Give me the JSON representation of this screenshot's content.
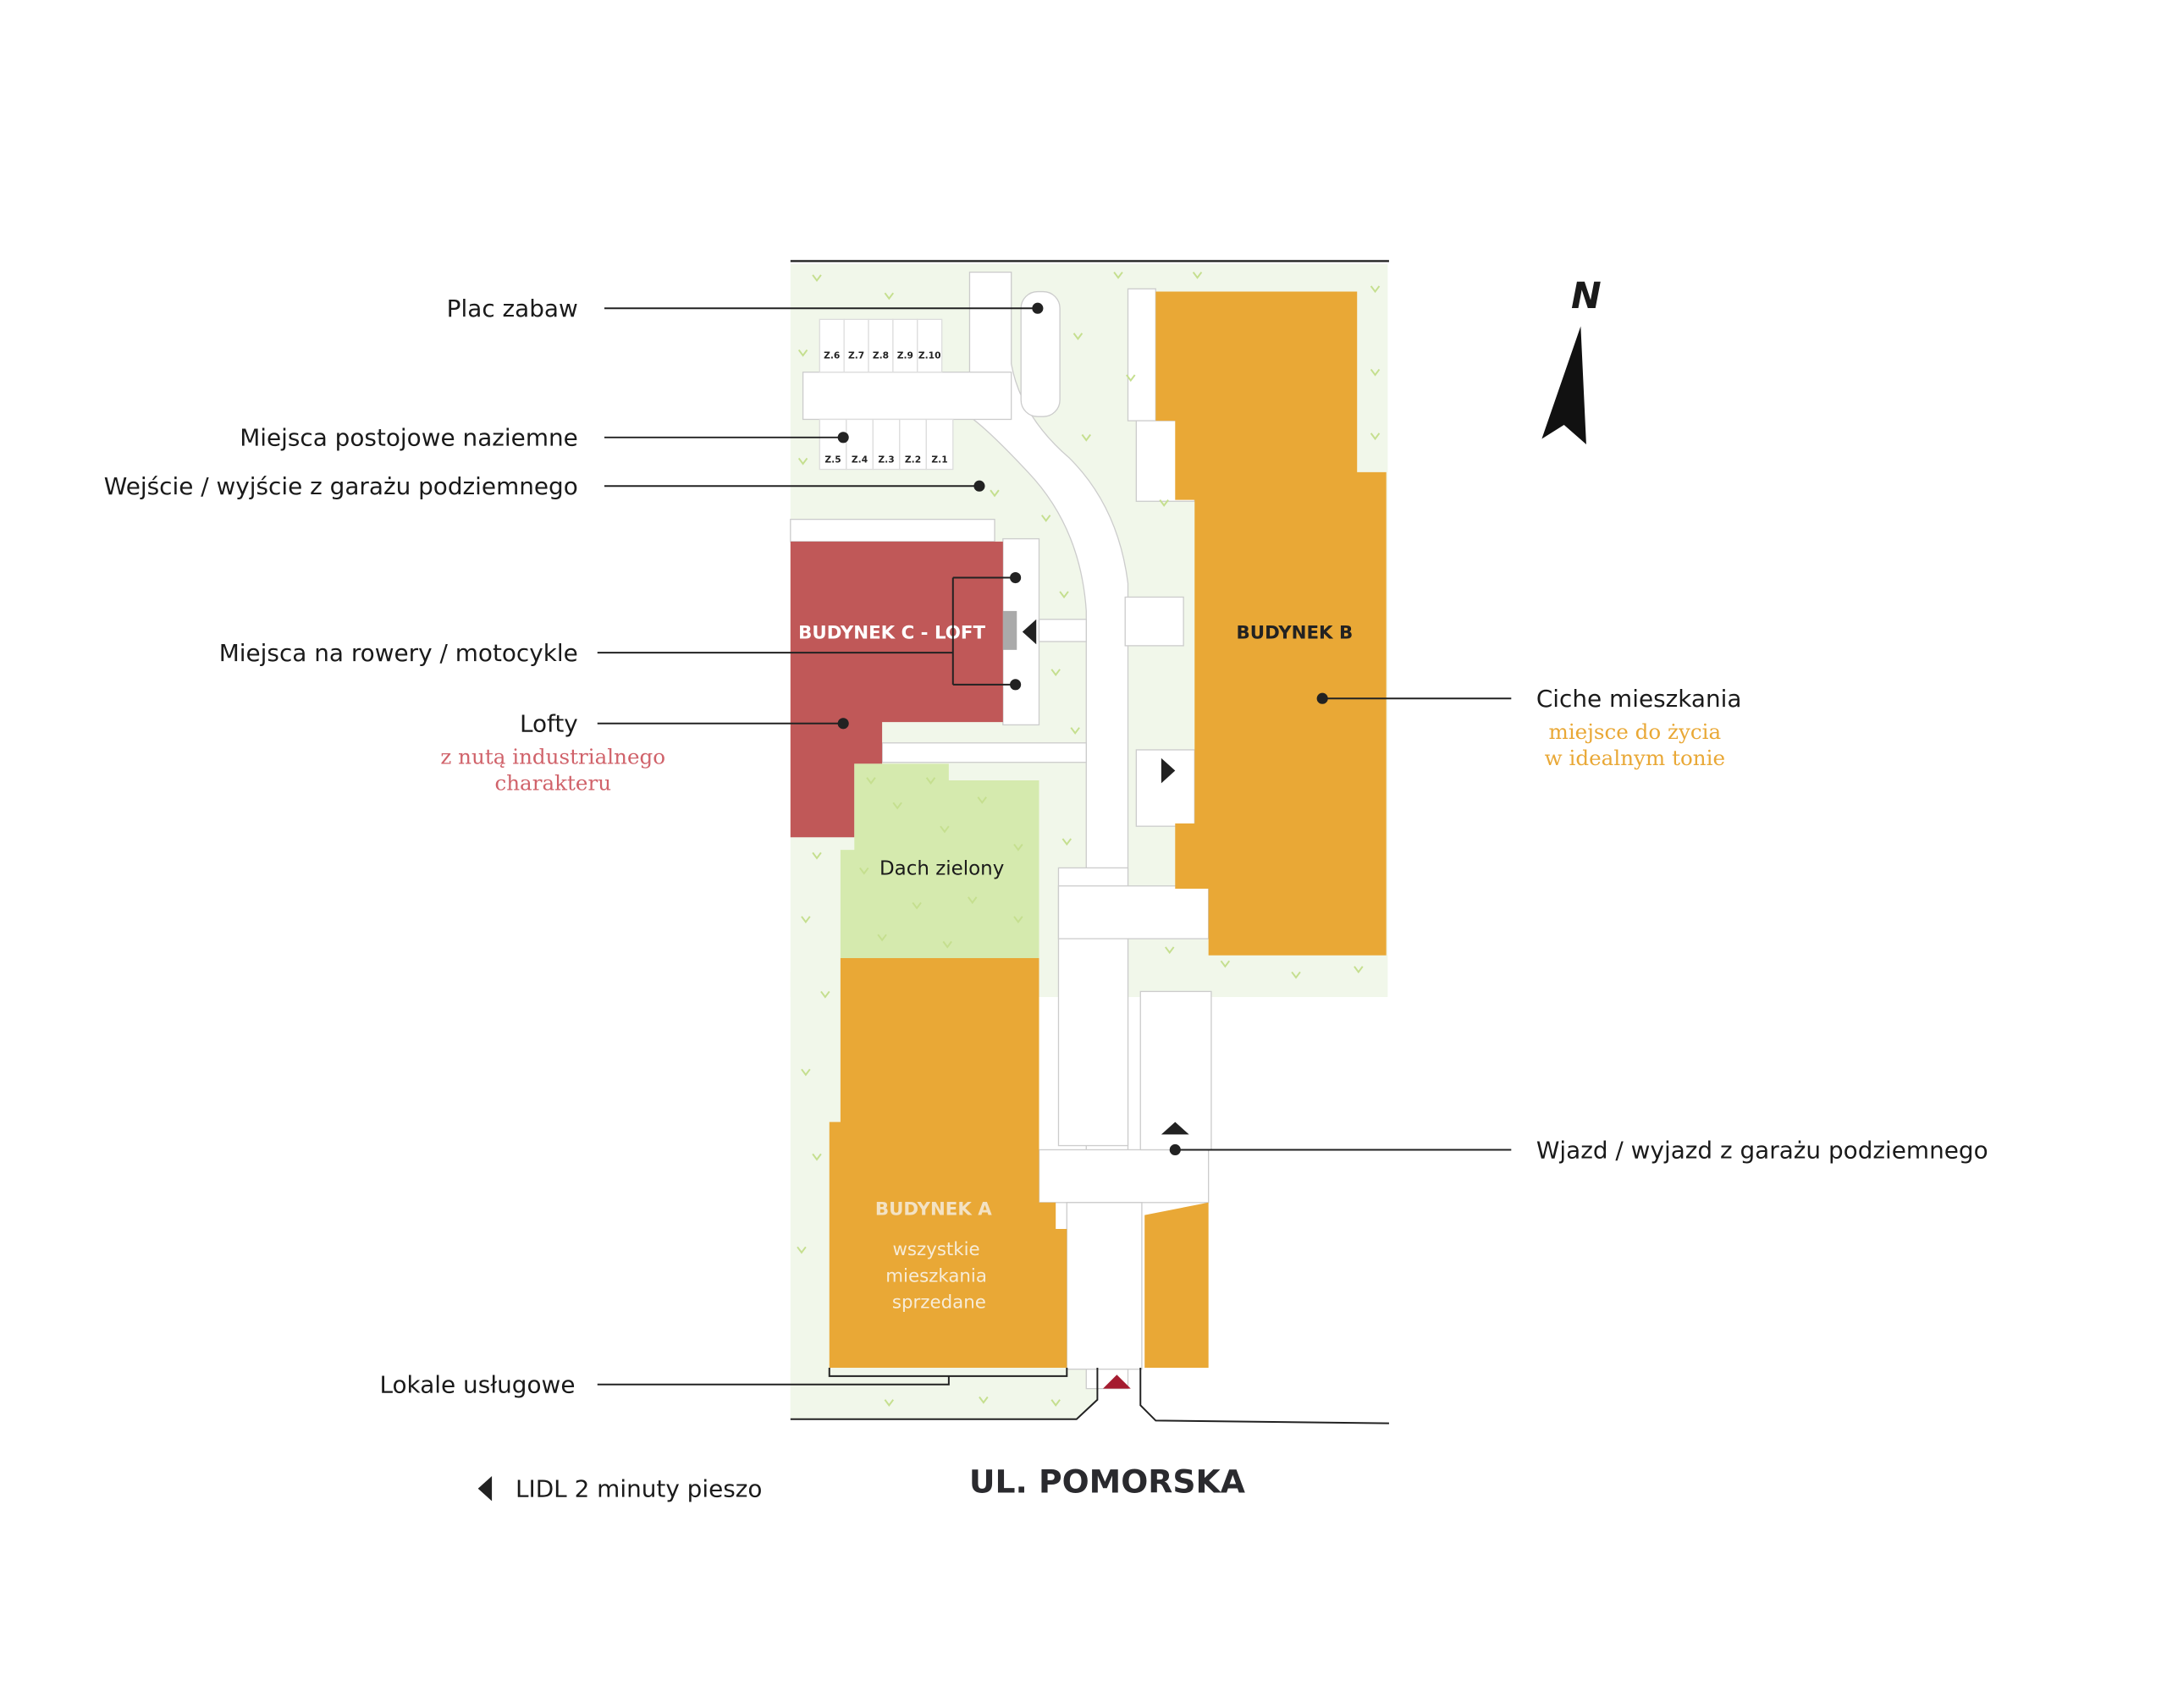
{
  "colors": {
    "building_orange": "#E9A836",
    "building_red": "#C05858",
    "greenery": "#F1F7EA",
    "green_roof": "#D5EAAE",
    "accent_red": "#A51C30",
    "text_orange": "#E9A836",
    "text_red": "#D0626A"
  },
  "labels": {
    "playground": "Plac zabaw",
    "parking": "Miejsca postojowe naziemne",
    "garage_entrance": "Wejście / wyjście z garażu podziemnego",
    "bikes": "Miejsca na rowery / motocykle",
    "lofts": "Lofty",
    "lofts_sub_1": "z nutą industrialnego",
    "lofts_sub_2": "charakteru",
    "quiet": "Ciche mieszkania",
    "quiet_sub_1": "miejsce do życia",
    "quiet_sub_2": "w idealnym tonie",
    "garage_drive": "Wjazd / wyjazd z garażu podziemnego",
    "services": "Lokale usługowe",
    "lidl": "LIDL 2 minuty pieszo",
    "street": "UL. POMORSKA",
    "north": "N"
  },
  "buildings": {
    "a": {
      "name": "BUDYNEK A",
      "status_1": "wszystkie",
      "status_2": "mieszkania",
      "status_3": "sprzedane"
    },
    "b": {
      "name": "BUDYNEK B"
    },
    "c": {
      "name": "BUDYNEK C - LOFT"
    },
    "roof": {
      "name": "Dach zielony"
    }
  },
  "parking_top": [
    "Z.6",
    "Z.7",
    "Z.8",
    "Z.9",
    "Z.10"
  ],
  "parking_bottom": [
    "Z.5",
    "Z.4",
    "Z.3",
    "Z.2",
    "Z.1"
  ]
}
